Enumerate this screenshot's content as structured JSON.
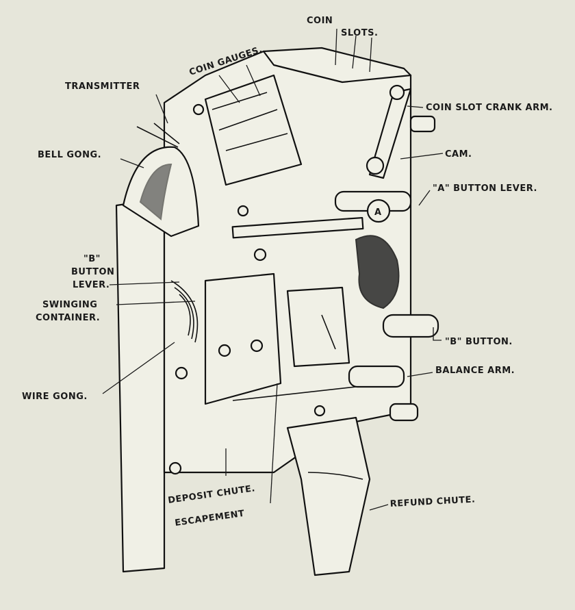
{
  "labels": {
    "coin_slots_1": "COIN",
    "coin_slots_2": "SLOTS.",
    "coin_gauges": "COIN GAUGES.",
    "transmitter": "TRANSMITTER",
    "coin_slot_crank_arm": "COIN SLOT CRANK ARM.",
    "bell_gong": "BELL GONG.",
    "cam": "CAM.",
    "a_button_lever": "\"A\" BUTTON LEVER.",
    "b_button_lever_1": "\"B\"",
    "b_button_lever_2": "BUTTON",
    "b_button_lever_3": "LEVER.",
    "swinging_container_1": "SWINGING",
    "swinging_container_2": "CONTAINER.",
    "b_button": "\"B\" BUTTON.",
    "balance_arm": "BALANCE ARM.",
    "wire_gong": "WIRE GONG.",
    "deposit_chute": "DEPOSIT CHUTE.",
    "escapement": "ESCAPEMENT",
    "refund_chute": "REFUND CHUTE."
  },
  "drawing": {
    "a_button_marking": "A"
  }
}
